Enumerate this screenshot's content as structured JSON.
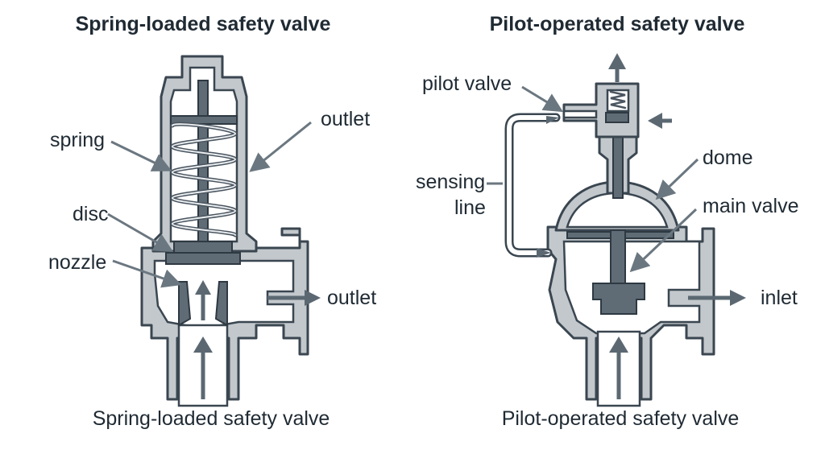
{
  "left_panel": {
    "title": "Spring-loaded safety valve",
    "caption": "Spring-loaded safety valve",
    "labels": {
      "spring": "spring",
      "disc": "disc",
      "nozzle": "nozzle",
      "outlet_top": "outlet",
      "outlet_side": "outlet"
    }
  },
  "right_panel": {
    "title": "Pilot-operated safety valve",
    "caption": "Pilot-operated safety valve",
    "labels": {
      "pilot_valve": "pilot valve",
      "sensing_line_1": "sensing",
      "sensing_line_2": "line",
      "dome": "dome",
      "main_valve": "main valve",
      "inlet": "inlet"
    }
  },
  "colors": {
    "body_fill": "#c3c8cc",
    "outline": "#3a4650",
    "part_fill": "#5f6b75",
    "leader": "#6b7780",
    "text": "#1f2a33"
  }
}
